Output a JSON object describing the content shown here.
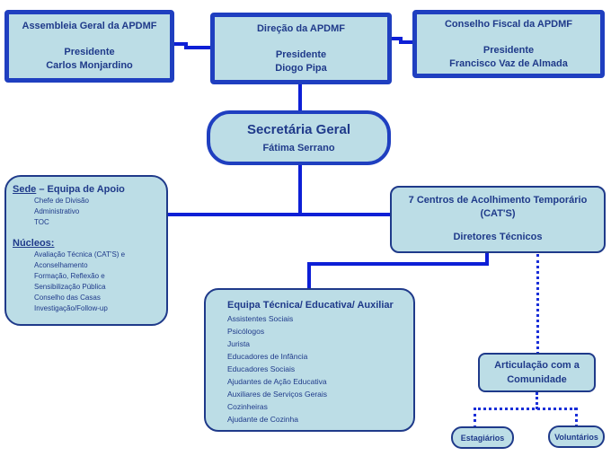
{
  "assembleia": {
    "title": "Assembleia Geral da APDMF",
    "role": "Presidente",
    "person": "Carlos Monjardino"
  },
  "direcao": {
    "title": "Direção da APDMF",
    "role": "Presidente",
    "person": "Diogo Pipa"
  },
  "conselho": {
    "title": "Conselho Fiscal da APDMF",
    "role": "Presidente",
    "person": "Francisco Vaz de Almada"
  },
  "secretaria": {
    "title": "Secretária Geral",
    "person": "Fátima Serrano"
  },
  "sede": {
    "label": "Sede",
    "suffix": " – Equipa de Apoio",
    "items": [
      "Chefe de Divisão",
      "Administrativo",
      "TOC"
    ],
    "nucleos_label": "Núcleos:",
    "nucleos": [
      "Avaliação Técnica (CAT'S) e",
      "Aconselhamento",
      "Formação, Reflexão e",
      "Sensibilização Pública",
      "Conselho das Casas",
      "Investigação/Follow-up"
    ]
  },
  "centros": {
    "title_line1": "7 Centros de Acolhimento Temporário",
    "title_line2": "(CAT'S)",
    "subtitle": "Diretores Técnicos"
  },
  "equipa": {
    "title": "Equipa Técnica/ Educativa/ Auxiliar",
    "items": [
      "Assistentes Sociais",
      "Psicólogos",
      "Jurista",
      "Educadores de Infância",
      "Educadores Sociais",
      "Ajudantes de Ação Educativa",
      "Auxiliares de Serviços Gerais",
      "Cozinheiras",
      "Ajudante de Cozinha"
    ]
  },
  "articulacao": {
    "line1": "Articulação com a",
    "line2": "Comunidade"
  },
  "estagiarios": {
    "label": "Estagiários"
  },
  "voluntarios": {
    "label": "Voluntários"
  }
}
